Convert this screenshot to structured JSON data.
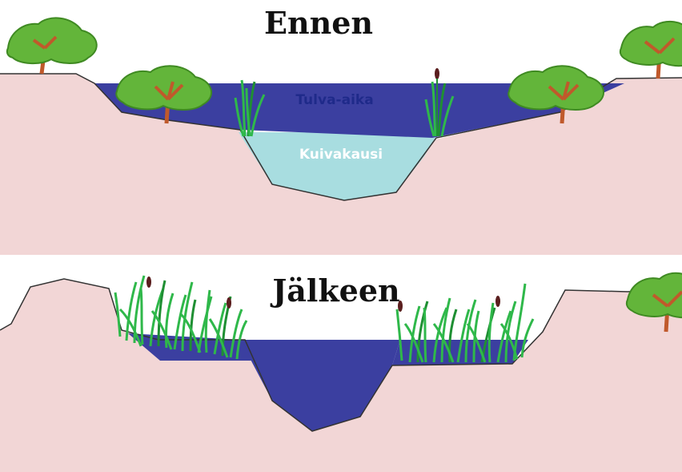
{
  "panels": {
    "before": {
      "title": "Ennen",
      "flood_label": "Tulva-aika",
      "dry_label": "Kuivakausi"
    },
    "after": {
      "title": "Jälkeen"
    }
  },
  "colors": {
    "soil": "#f2d6d6",
    "outline": "#333333",
    "flood_water": "#3b3fa0",
    "dry_water": "#a8dde0",
    "reed": "#2fb84a",
    "reed_dark": "#1f8f33",
    "cattail_head": "#5a1e1e",
    "tree_foliage": "#63b53a",
    "tree_foliage_dark": "#3f8a22",
    "tree_trunk": "#c0592b",
    "divider": "#ffffff"
  },
  "icons": [
    "tree-icon",
    "reed-icon",
    "cattail-icon"
  ]
}
